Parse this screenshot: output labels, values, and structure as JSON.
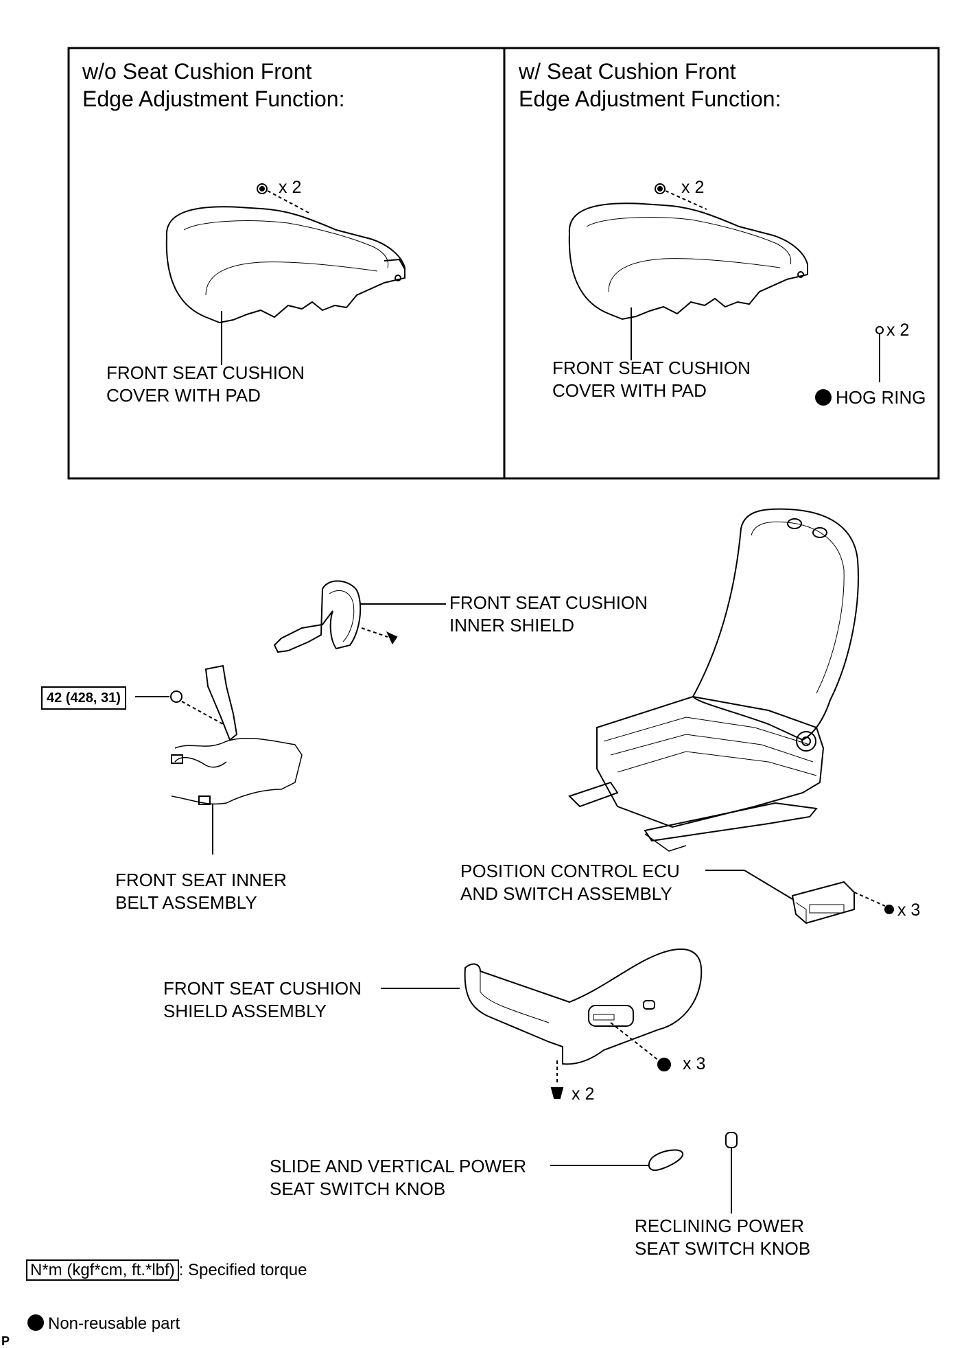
{
  "panels": {
    "left": {
      "title": "w/o Seat Cushion Front\nEdge Adjustment Function:",
      "part_label": "FRONT SEAT CUSHION\nCOVER WITH PAD",
      "qty": "x 2"
    },
    "right": {
      "title": "w/ Seat Cushion Front\nEdge Adjustment Function:",
      "part_label": "FRONT SEAT CUSHION\nCOVER WITH PAD",
      "qty": "x 2",
      "hog_qty": "x 2",
      "hog_label": "HOG RING"
    }
  },
  "parts": {
    "inner_shield": "FRONT SEAT CUSHION\nINNER SHIELD",
    "inner_belt": "FRONT SEAT INNER\nBELT ASSEMBLY",
    "torque": "42 (428, 31)",
    "ecu": "POSITION CONTROL ECU\nAND SWITCH ASSEMBLY",
    "ecu_qty": "x 3",
    "shield_assembly": "FRONT SEAT CUSHION\nSHIELD ASSEMBLY",
    "shield_qty_screw": "x 3",
    "shield_qty_clip": "x 2",
    "slide_knob": "SLIDE AND VERTICAL POWER\nSEAT SWITCH KNOB",
    "recline_knob": "RECLINING POWER\nSEAT SWITCH KNOB"
  },
  "legend": {
    "torque_unit": "N*m (kgf*cm, ft.*lbf)",
    "torque_text": ": Specified torque",
    "nonreusable_text": "Non-reusable part",
    "corner_code": "P"
  }
}
